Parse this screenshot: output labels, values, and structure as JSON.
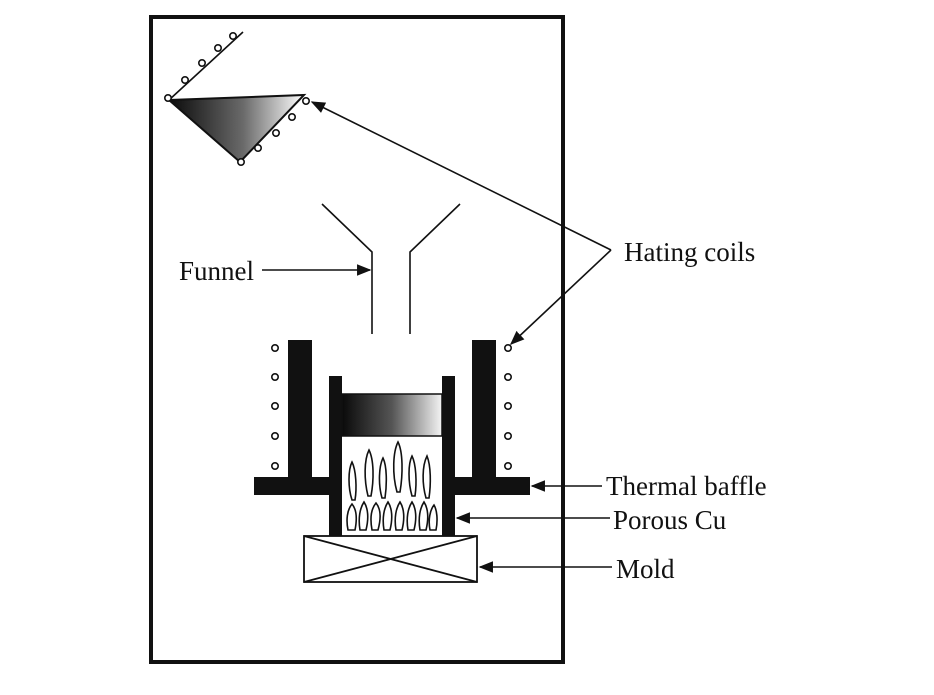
{
  "labels": {
    "funnel": "Funnel",
    "heating_coils": "Hating coils",
    "thermal_baffle": "Thermal baffle",
    "porous_cu": "Porous Cu",
    "mold": "Mold"
  },
  "colors": {
    "line": "#111111",
    "fill_dark": "#111111",
    "gradient_dark": "#0a0a0a",
    "gradient_light": "#ffffff",
    "background": "#ffffff"
  }
}
